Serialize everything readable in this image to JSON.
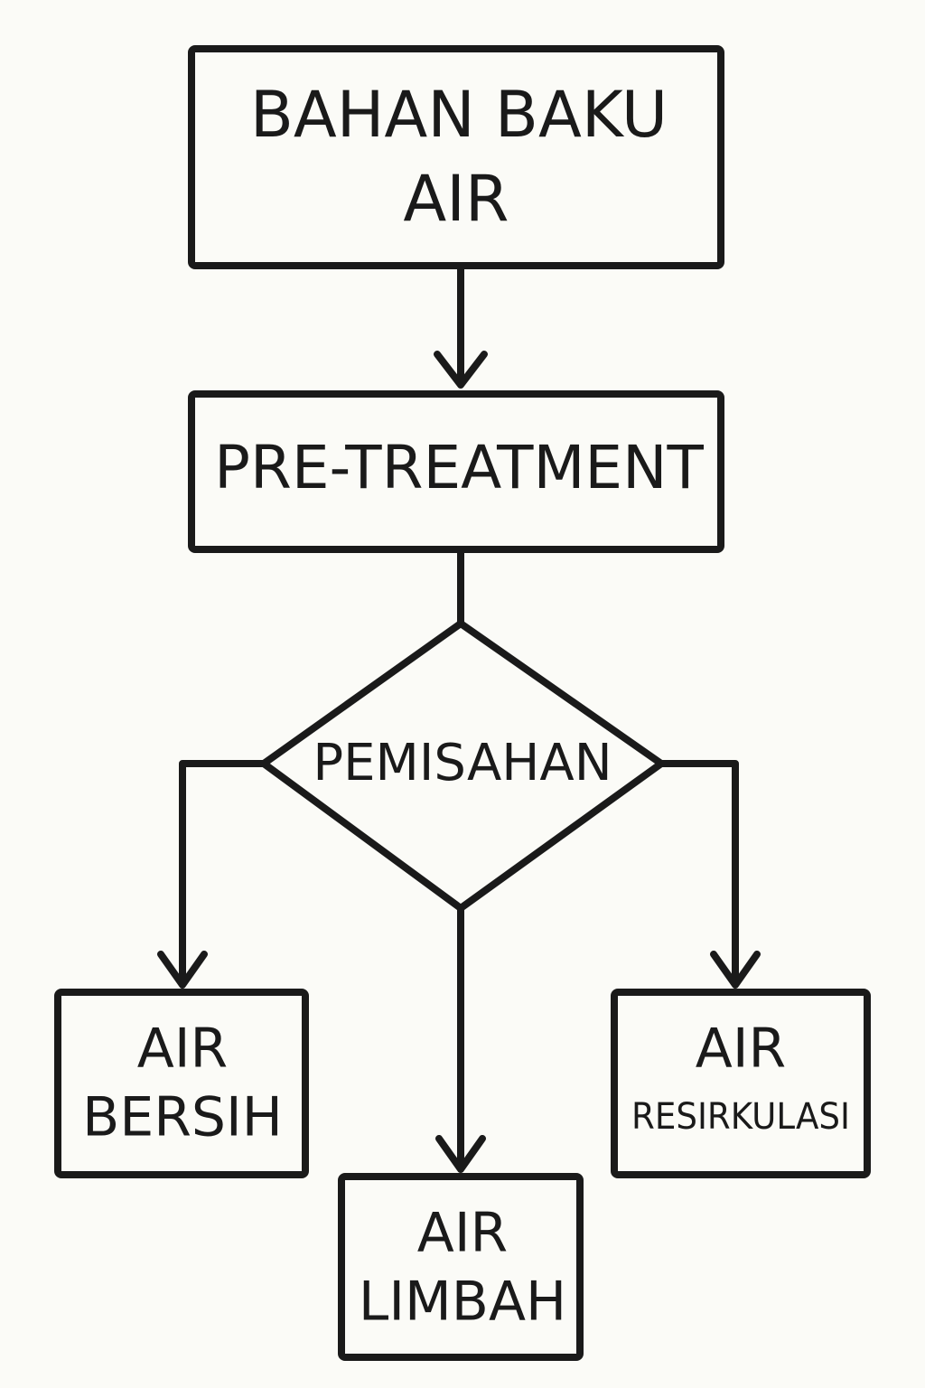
{
  "diagram": {
    "nodes": {
      "raw_water": {
        "line1": "BAHAN BAKU",
        "line2": "AIR"
      },
      "pretreatment": {
        "label": "PRE-TREATMENT"
      },
      "separation": {
        "label": "PEMISAHAN"
      },
      "clean_water": {
        "line1": "AIR",
        "line2": "BERSIH"
      },
      "waste_water": {
        "line1": "AIR",
        "line2": "LIMBAH"
      },
      "recirculated_water": {
        "line1": "AIR",
        "line2": "RESIRKULASI"
      }
    },
    "colors": {
      "stroke": "#1a1a1a",
      "background": "#fbfbf7"
    }
  }
}
